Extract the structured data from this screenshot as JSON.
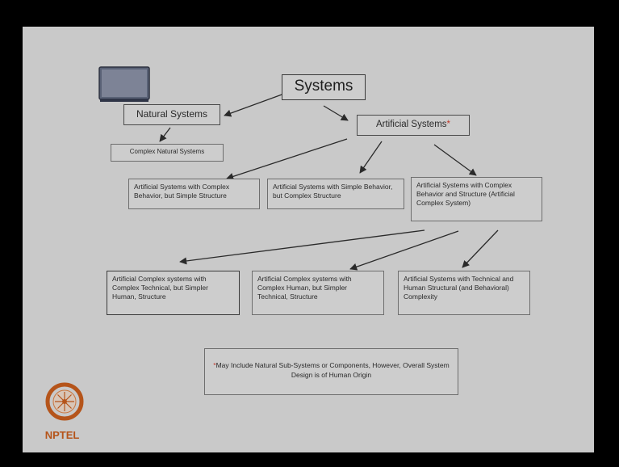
{
  "diagram": {
    "root": {
      "label": "Systems"
    },
    "natural": {
      "label": "Natural Systems",
      "children": [
        {
          "label": "Complex Natural Systems"
        }
      ]
    },
    "artificial": {
      "label": "Artificial Systems",
      "marker": "*",
      "children": [
        {
          "label": "Artificial Systems with Complex Behavior, but Simple Structure"
        },
        {
          "label": "Artificial Systems with Simple Behavior, but Complex Structure"
        },
        {
          "label": "Artificial Systems with Complex Behavior and Structure (Artificial Complex System)"
        }
      ]
    },
    "artificial_complex": {
      "children": [
        {
          "label": "Artificial Complex systems with Complex Technical, but Simpler Human, Structure"
        },
        {
          "label": "Artificial Complex systems with Complex Human, but Simpler Technical, Structure"
        },
        {
          "label": "Artificial Systems with Technical and Human Structural (and Behavioral) Complexity"
        }
      ]
    },
    "footnote": {
      "marker": "*",
      "text": "May Include Natural Sub-Systems or Components, However, Overall System Design is of Human Origin"
    }
  },
  "branding": {
    "logo_text": "NPTEL"
  },
  "icons": {
    "top_left": "monitor-icon",
    "bottom_left": "nptel-logo"
  },
  "colors": {
    "slide_background": "#c9c9c9",
    "frame": "#000000",
    "box_border": "#6e6e6e",
    "arrow": "#2a2a2a",
    "footnote_marker": "#c0392b",
    "logo": "#b5541a"
  }
}
